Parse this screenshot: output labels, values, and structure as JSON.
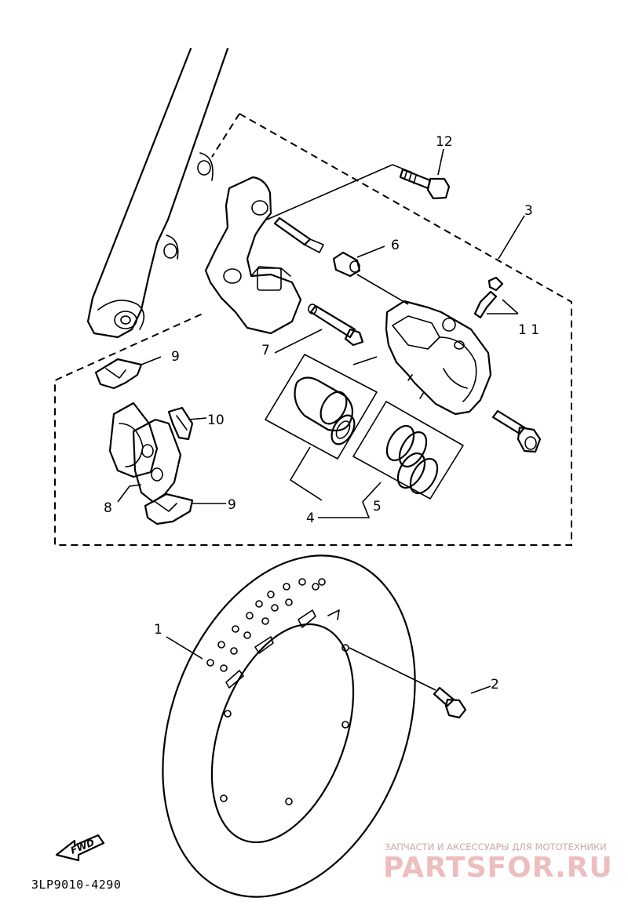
{
  "callouts": {
    "c1": "1",
    "c2": "2",
    "c3": "3",
    "c4": "4",
    "c5": "5",
    "c6": "6",
    "c7": "7",
    "c8": "8",
    "c9a": "9",
    "c9b": "9",
    "c10": "10",
    "c11": "1 1",
    "c12": "12"
  },
  "forward_arrow": {
    "label": "FWD"
  },
  "diagram_code": "3LP9010-4290",
  "watermark": {
    "tagline": "ЗАПЧАСТИ И АКСЕССУАРЫ ДЛЯ МОТОТЕХНИКИ",
    "brand": "PARTSFOR.RU",
    "color": "#eebdbd"
  }
}
